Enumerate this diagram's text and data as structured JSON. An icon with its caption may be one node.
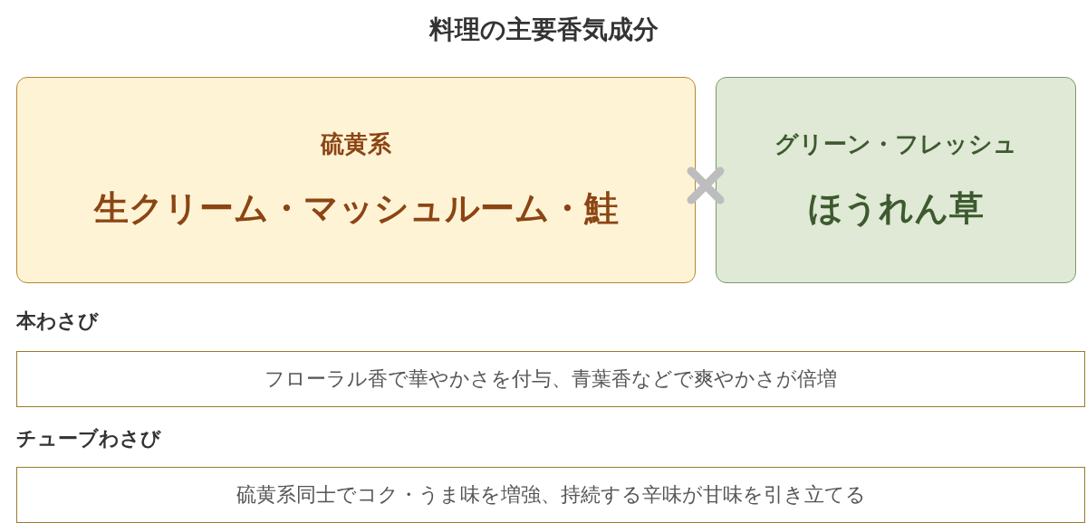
{
  "diagram": {
    "title": "料理の主要香気成分",
    "nodes": [
      {
        "text": [
          "硫黄系",
          "生クリーム・マッシュルーム・鮭"
        ]
      },
      {
        "text": [
          "グリーン・フレッシュ",
          "ほうれん草"
        ]
      },
      {
        "text": [
          "本わさび",
          "フローラル香で華やかさを付与、青葉香などで爽やかさが倍増"
        ]
      },
      {
        "text": [
          "チューブわさび",
          "硫黄系同士でコク・うま味を増強、持続する辛味が甘味を引き立てる"
        ]
      }
    ],
    "edges": []
  }
}
